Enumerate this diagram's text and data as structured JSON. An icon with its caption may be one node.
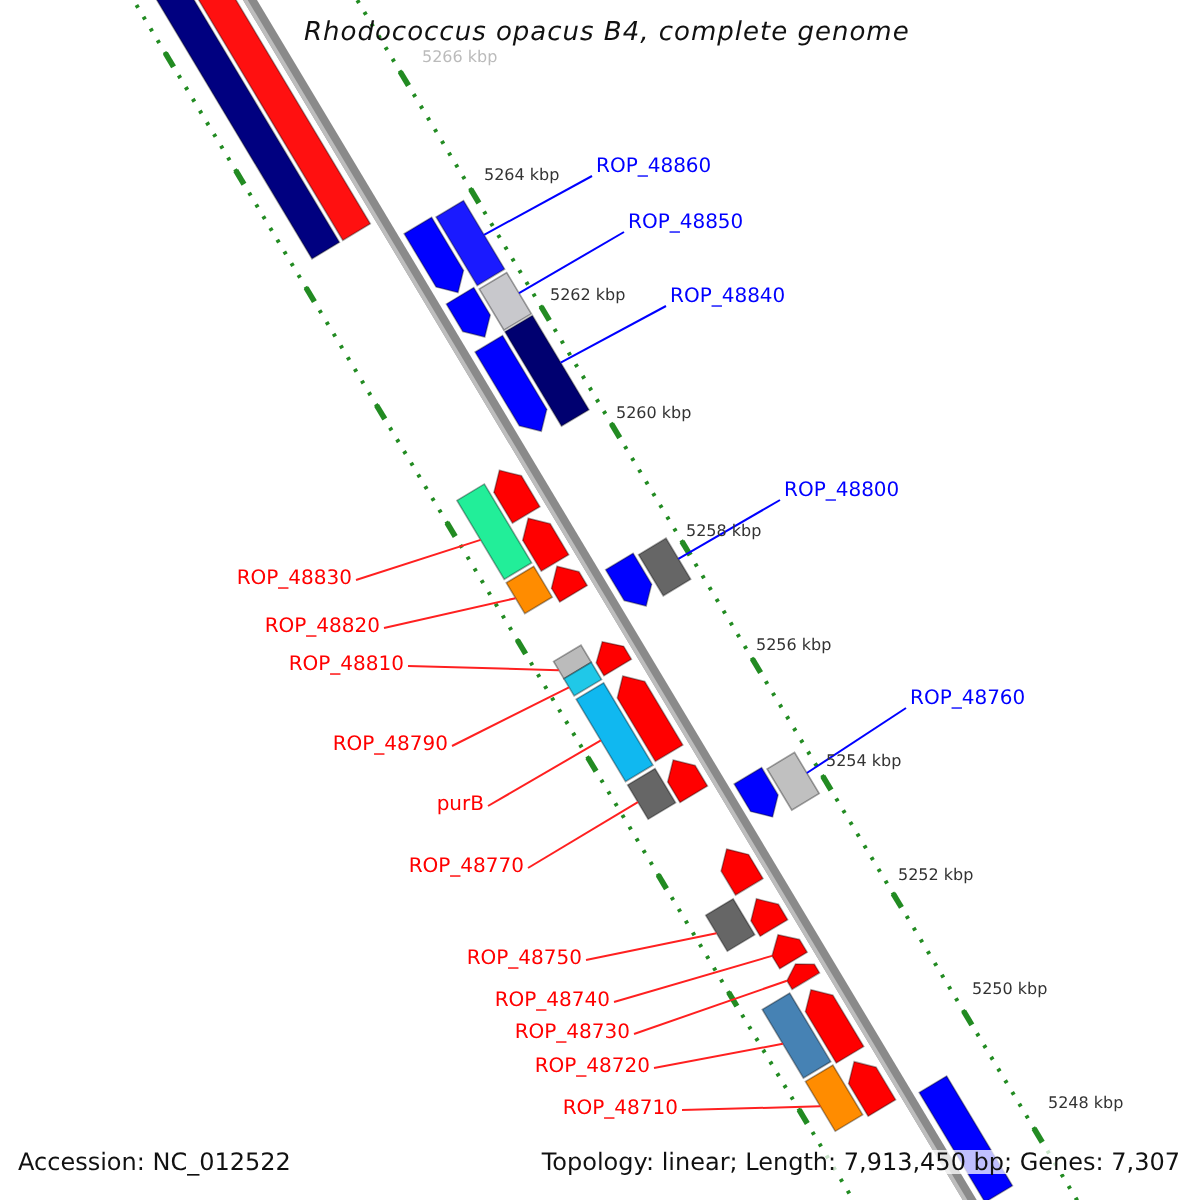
{
  "diagram": {
    "title": "Rhodococcus opacus B4, complete genome",
    "nodes": [
      {
        "text": [
          "ROP_48860"
        ]
      },
      {
        "text": [
          "ROP_48850"
        ]
      },
      {
        "text": [
          "ROP_48840"
        ]
      },
      {
        "text": [
          "ROP_48800"
        ]
      },
      {
        "text": [
          "ROP_48830"
        ]
      },
      {
        "text": [
          "ROP_48820"
        ]
      },
      {
        "text": [
          "ROP_48810"
        ]
      },
      {
        "text": [
          "ROP_48760"
        ]
      },
      {
        "text": [
          "ROP_48790"
        ]
      },
      {
        "text": [
          "purB"
        ]
      },
      {
        "text": [
          "ROP_48770"
        ]
      },
      {
        "text": [
          "ROP_48750"
        ]
      },
      {
        "text": [
          "ROP_48740"
        ]
      },
      {
        "text": [
          "ROP_48730"
        ]
      },
      {
        "text": [
          "ROP_48720"
        ]
      },
      {
        "text": [
          "ROP_48710"
        ]
      },
      {
        "text": [],
        "shape": "box"
      },
      {
        "text": [],
        "shape": "box"
      },
      {
        "text": [],
        "shape": "pentagon"
      },
      {
        "text": [],
        "shape": "box"
      },
      {
        "text": [],
        "shape": "pentagon"
      },
      {
        "text": [],
        "shape": "box"
      },
      {
        "text": [],
        "shape": "pentagon"
      },
      {
        "text": [],
        "shape": "box"
      },
      {
        "text": [],
        "shape": "pentagon"
      },
      {
        "text": [],
        "shape": "box"
      },
      {
        "text": [],
        "shape": "pentagon"
      },
      {
        "text": [],
        "shape": "box"
      },
      {
        "text": [],
        "shape": "pentagon"
      },
      {
        "text": [],
        "shape": "pentagon"
      },
      {
        "text": [],
        "shape": "box"
      },
      {
        "text": [],
        "shape": "box"
      },
      {
        "text": [],
        "shape": "box"
      },
      {
        "text": [],
        "shape": "pentagon"
      },
      {
        "text": [],
        "shape": "box"
      },
      {
        "text": [],
        "shape": "pentagon"
      },
      {
        "text": [],
        "shape": "pentagon"
      },
      {
        "text": [],
        "shape": "box"
      },
      {
        "text": [],
        "shape": "pentagon"
      },
      {
        "text": [],
        "shape": "box"
      },
      {
        "text": [],
        "shape": "pentagon"
      },
      {
        "text": [],
        "shape": "box"
      },
      {
        "text": [],
        "shape": "pentagon"
      },
      {
        "text": [],
        "shape": "pentagon"
      },
      {
        "text": [],
        "shape": "pentagon"
      },
      {
        "text": [],
        "shape": "box"
      },
      {
        "text": [],
        "shape": "pentagon"
      },
      {
        "text": [],
        "shape": "box"
      },
      {
        "text": [],
        "shape": "pentagon"
      },
      {
        "text": [],
        "shape": "box"
      }
    ],
    "edges": [
      {
        "from": 0,
        "to": 19,
        "arrow": "none",
        "color": "#0000ff"
      },
      {
        "from": 1,
        "to": 21,
        "arrow": "none",
        "color": "#0000ff"
      },
      {
        "from": 2,
        "to": 23,
        "arrow": "none",
        "color": "#0000ff"
      },
      {
        "from": 3,
        "to": 30,
        "arrow": "none",
        "color": "#0000ff"
      },
      {
        "from": 4,
        "to": 25,
        "arrow": "none"
      },
      {
        "from": 5,
        "to": 27,
        "arrow": "none"
      },
      {
        "from": 6,
        "to": 31,
        "arrow": "none"
      },
      {
        "from": 7,
        "to": 39,
        "arrow": "none",
        "color": "#0000ff"
      },
      {
        "from": 8,
        "to": 32,
        "arrow": "none"
      },
      {
        "from": 9,
        "to": 34,
        "arrow": "none"
      },
      {
        "from": 10,
        "to": 37,
        "arrow": "none"
      },
      {
        "from": 11,
        "to": 41,
        "arrow": "none"
      },
      {
        "from": 12,
        "to": 43,
        "arrow": "none"
      },
      {
        "from": 13,
        "to": 44,
        "arrow": "none"
      },
      {
        "from": 14,
        "to": 45,
        "arrow": "none"
      },
      {
        "from": 15,
        "to": 47,
        "arrow": "none"
      }
    ],
    "labels": [
      "5266 kbp",
      "5264 kbp",
      "5262 kbp",
      "5260 kbp",
      "5258 kbp",
      "5256 kbp",
      "5254 kbp",
      "5252 kbp",
      "5250 kbp",
      "5248 kbp",
      "Accession: NC_012522",
      "Topology: linear; Length: 7,913,450 bp; Genes: 7,307"
    ]
  }
}
